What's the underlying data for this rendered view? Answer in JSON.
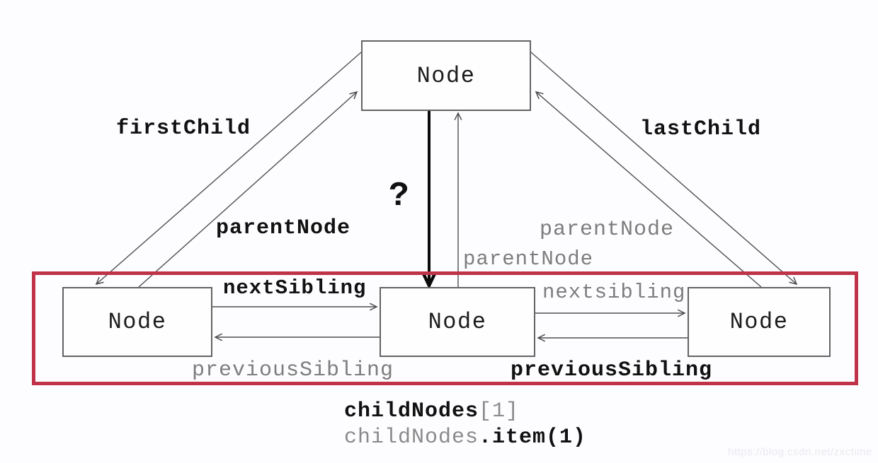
{
  "diagram": {
    "title_semantic": "DOM Node relationships diagram",
    "node_label": "Node",
    "labels": {
      "first_child": "firstChild",
      "last_child": "lastChild",
      "parent_node_left": "parentNode",
      "parent_node_right": "parentNode",
      "parent_node_center": "parentNode",
      "next_sibling_bold": "nextSibling",
      "next_sibling_gray": "nextsibling",
      "previous_sibling_gray": "previousSibling",
      "previous_sibling_bold": "previousSibling",
      "question_mark": "?"
    },
    "caption": {
      "line1_bold": "childNodes",
      "line1_gray": "[1]",
      "line2_gray": "childNodes",
      "line2_bold": ".item(1)"
    },
    "colors": {
      "highlight_red": "#c03247",
      "line_gray": "#4f4f4f",
      "text_gray": "#7d7d7d",
      "text_black": "#111111",
      "box_border_gray": "#636363"
    }
  },
  "watermark": "https://blog.csdn.net/zxctime"
}
